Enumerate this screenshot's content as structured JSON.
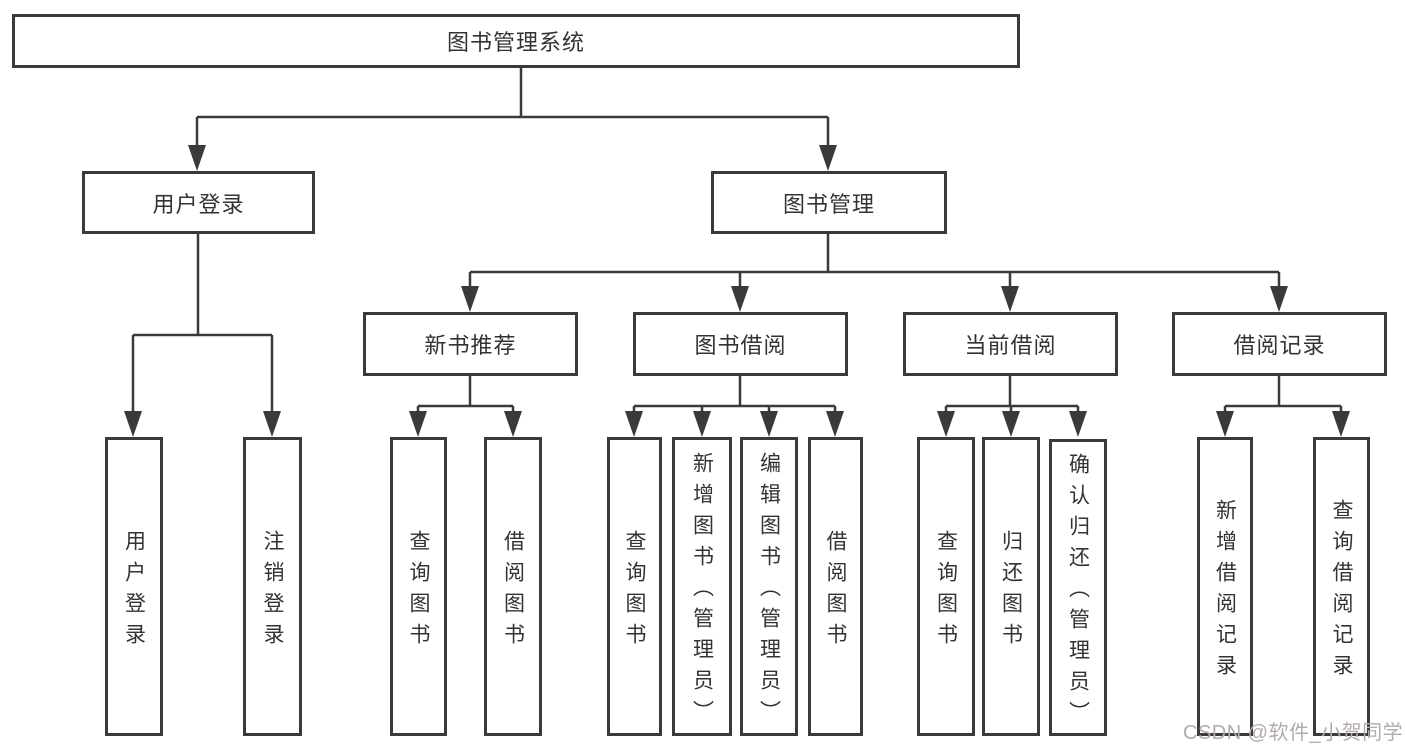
{
  "colors": {
    "line": "#3a3a3a",
    "text": "#333333",
    "background": "#ffffff",
    "watermark_text": "#b3abab"
  },
  "tree": {
    "root": {
      "label": "图书管理系统"
    },
    "branches": [
      {
        "label": "用户登录",
        "children": [
          {
            "label": "用户登录"
          },
          {
            "label": "注销登录"
          }
        ]
      },
      {
        "label": "图书管理",
        "children": [
          {
            "label": "新书推荐",
            "children": [
              {
                "label": "查询图书"
              },
              {
                "label": "借阅图书"
              }
            ]
          },
          {
            "label": "图书借阅",
            "children": [
              {
                "label": "查询图书"
              },
              {
                "label": "新增图书（管理员）"
              },
              {
                "label": "编辑图书（管理员）"
              },
              {
                "label": "借阅图书"
              }
            ]
          },
          {
            "label": "当前借阅",
            "children": [
              {
                "label": "查询图书"
              },
              {
                "label": "归还图书"
              },
              {
                "label": "确认归还（管理员）"
              }
            ]
          },
          {
            "label": "借阅记录",
            "children": [
              {
                "label": "新增借阅记录"
              },
              {
                "label": "查询借阅记录"
              }
            ]
          }
        ]
      }
    ]
  },
  "watermark": {
    "text": "CSDN @软件_小贺同学"
  }
}
